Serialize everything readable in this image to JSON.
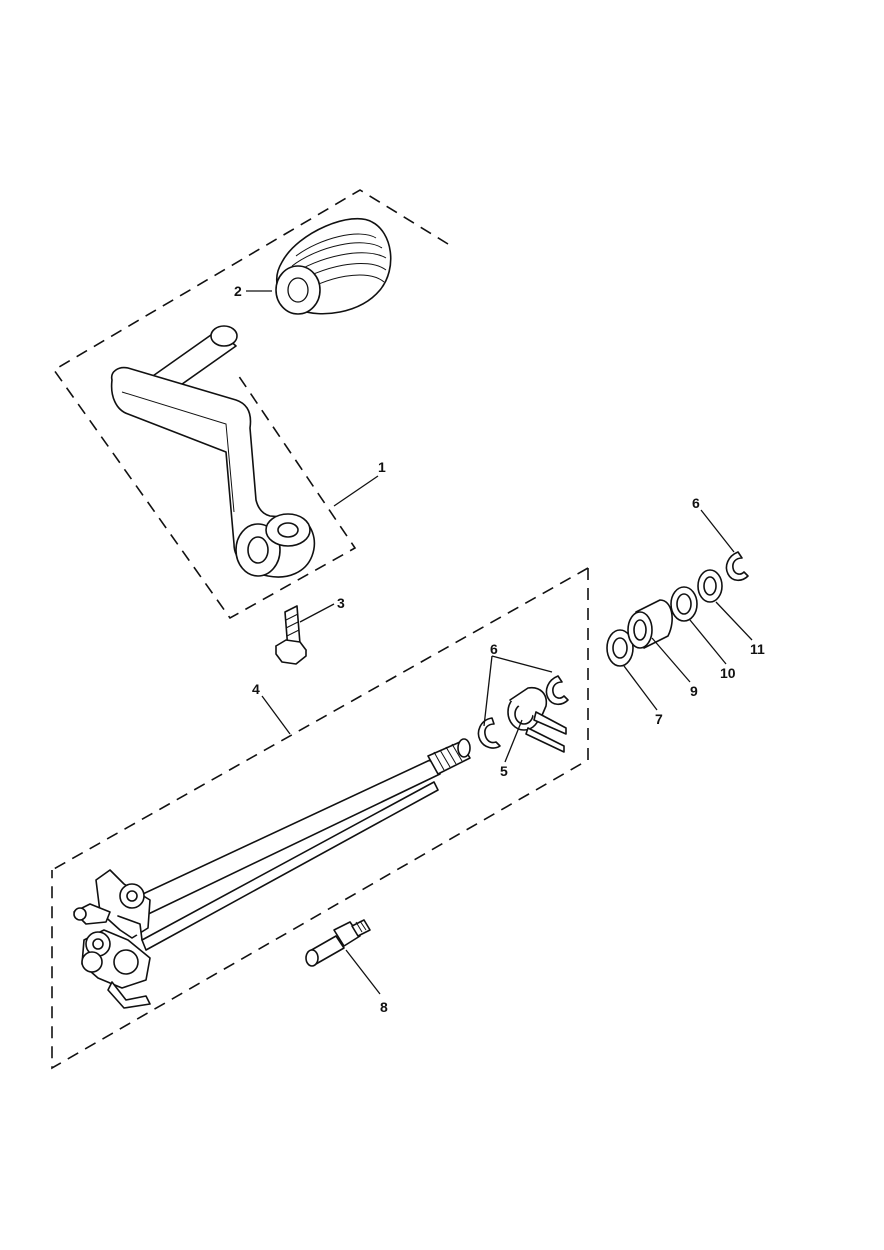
{
  "callouts": {
    "c1": "1",
    "c2": "2",
    "c3": "3",
    "c4": "4",
    "c5": "5",
    "c6a": "6",
    "c6b": "6",
    "c7": "7",
    "c8": "8",
    "c9": "9",
    "c10": "10",
    "c11": "11"
  }
}
